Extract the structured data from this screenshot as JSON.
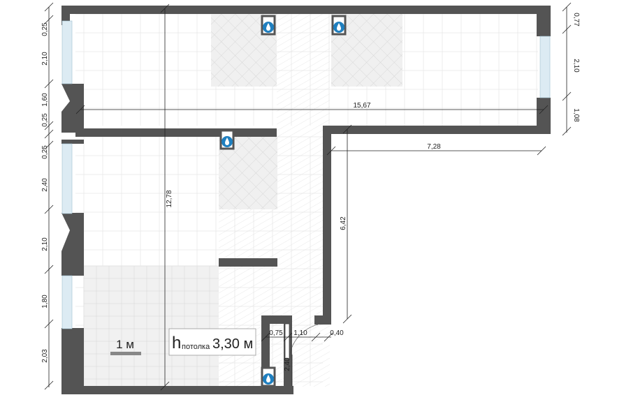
{
  "plan": {
    "ceiling_label_h": "h",
    "ceiling_label_sub": "потолка",
    "ceiling_value": "3,30 м",
    "scale_label": "1 м"
  },
  "dimensions": {
    "top_width": "15,67",
    "right_width": "7,28",
    "total_height": "12,78",
    "right_height": "6,42",
    "left_1": "0,25",
    "left_2": "2,10",
    "left_3": "1,60",
    "left_4": "0,25",
    "left_5": "0,25",
    "left_6": "2,40",
    "left_7": "2,10",
    "left_8": "1,80",
    "left_9": "2,03",
    "right_1": "0,77",
    "right_2": "2,10",
    "right_3": "1,08",
    "bottom_1": "0,75",
    "bottom_2": "1,10",
    "bottom_3": "0,40",
    "bottom_4": "2,40"
  },
  "colors": {
    "wall": "#545454",
    "window": "#dcebf3",
    "water_point": "#1f7fbf"
  },
  "icons": [
    "water-drop-icon"
  ]
}
